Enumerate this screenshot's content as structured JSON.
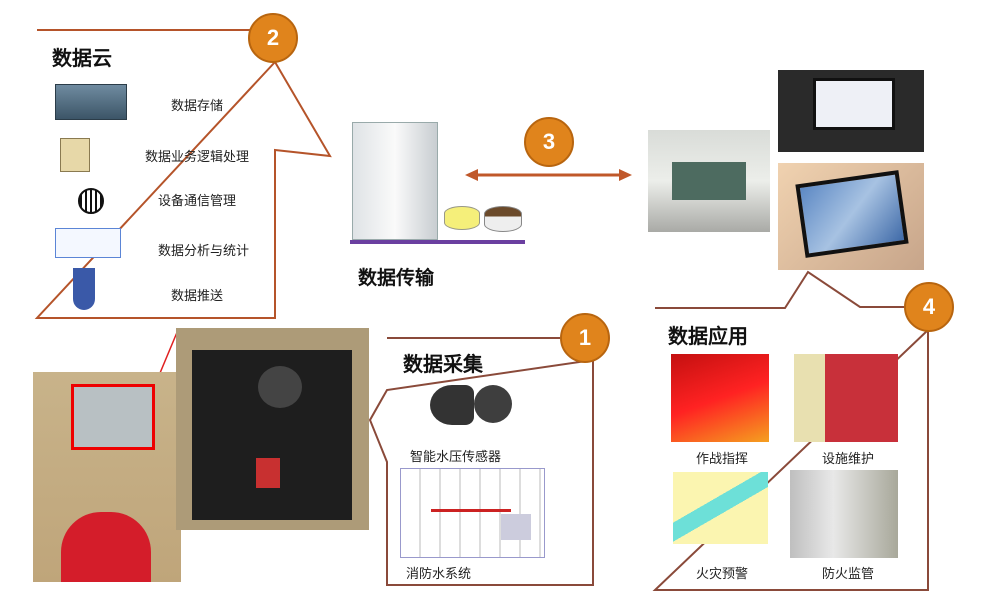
{
  "cloud": {
    "badge": "2",
    "title": "数据云",
    "items": [
      {
        "label": "数据存储",
        "icon": "server-rack-icon"
      },
      {
        "label": "数据业务逻辑处理",
        "icon": "server-database-icon"
      },
      {
        "label": "设备通信管理",
        "icon": "globe-network-icon"
      },
      {
        "label": "数据分析与统计",
        "icon": "server-cluster-icon"
      },
      {
        "label": "数据推送",
        "icon": "firewall-icon"
      }
    ]
  },
  "transfer": {
    "badge": "3",
    "title": "数据传输"
  },
  "collect": {
    "badge": "1",
    "title": "数据采集",
    "items": [
      {
        "label": "智能水压传感器"
      },
      {
        "label": "消防水系统"
      }
    ]
  },
  "apply": {
    "badge": "4",
    "title": "数据应用",
    "items": [
      {
        "label": "作战指挥"
      },
      {
        "label": "设施维护"
      },
      {
        "label": "火灾预警"
      },
      {
        "label": "防火监管"
      }
    ]
  },
  "colors": {
    "accent": "#e0841c",
    "outline": "#b5542a",
    "arrow": "#c0582a"
  }
}
